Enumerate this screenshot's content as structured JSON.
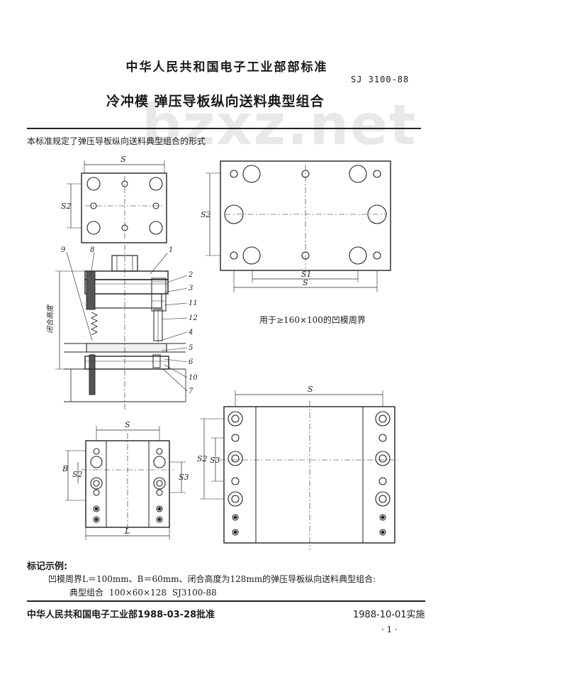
{
  "header": {
    "org_standard": "中华人民共和国电子工业部部标准",
    "standard_number": "SJ 3100-88",
    "title": "冷冲模   弹压导板纵向送料典型组合",
    "watermark": "bzxz.net"
  },
  "scope_text": "本标准规定了弹压导板纵向送料典型组合的形式",
  "figure_labels": {
    "s": "S",
    "s1": "S1",
    "s2": "S2",
    "s3": "S3",
    "b": "B",
    "l": "L",
    "closed_height": "闭合高度"
  },
  "callouts": [
    "1",
    "2",
    "3",
    "11",
    "12",
    "4",
    "5",
    "6",
    "10",
    "7",
    "9",
    "8"
  ],
  "large_die_caption": "用于≥160×100的凹模周界",
  "marking": {
    "title": "标记示例:",
    "text": "凹模周界L＝100mm、B＝60mm、闭合高度为128mm的弹压导板纵向送料典型组合:",
    "example": "典型组合    100×60×128    SJ3100-88"
  },
  "footer": {
    "approved": "中华人民共和国电子工业部1988-03-28批准",
    "implemented": "1988-10-01实施",
    "page": "· 1 ·"
  }
}
